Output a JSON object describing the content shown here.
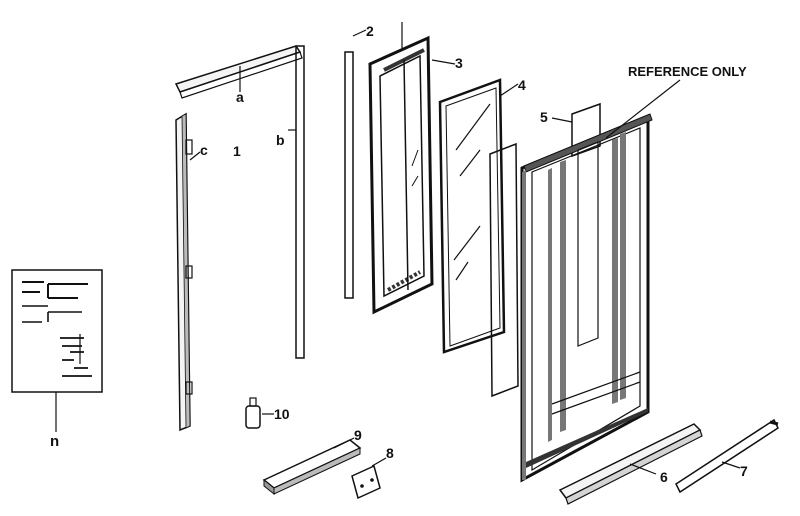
{
  "labels": {
    "reference_only": "REFERENCE ONLY",
    "a": "a",
    "b": "b",
    "c": "c",
    "n": "n",
    "p1": "1",
    "p2": "2",
    "p3": "3",
    "p4": "4",
    "p5": "5",
    "p6": "6",
    "p7": "7",
    "p8": "8",
    "p9": "9",
    "p10": "10"
  },
  "colors": {
    "ink": "#111111",
    "background": "#ffffff",
    "screen_pattern": "#555555"
  }
}
